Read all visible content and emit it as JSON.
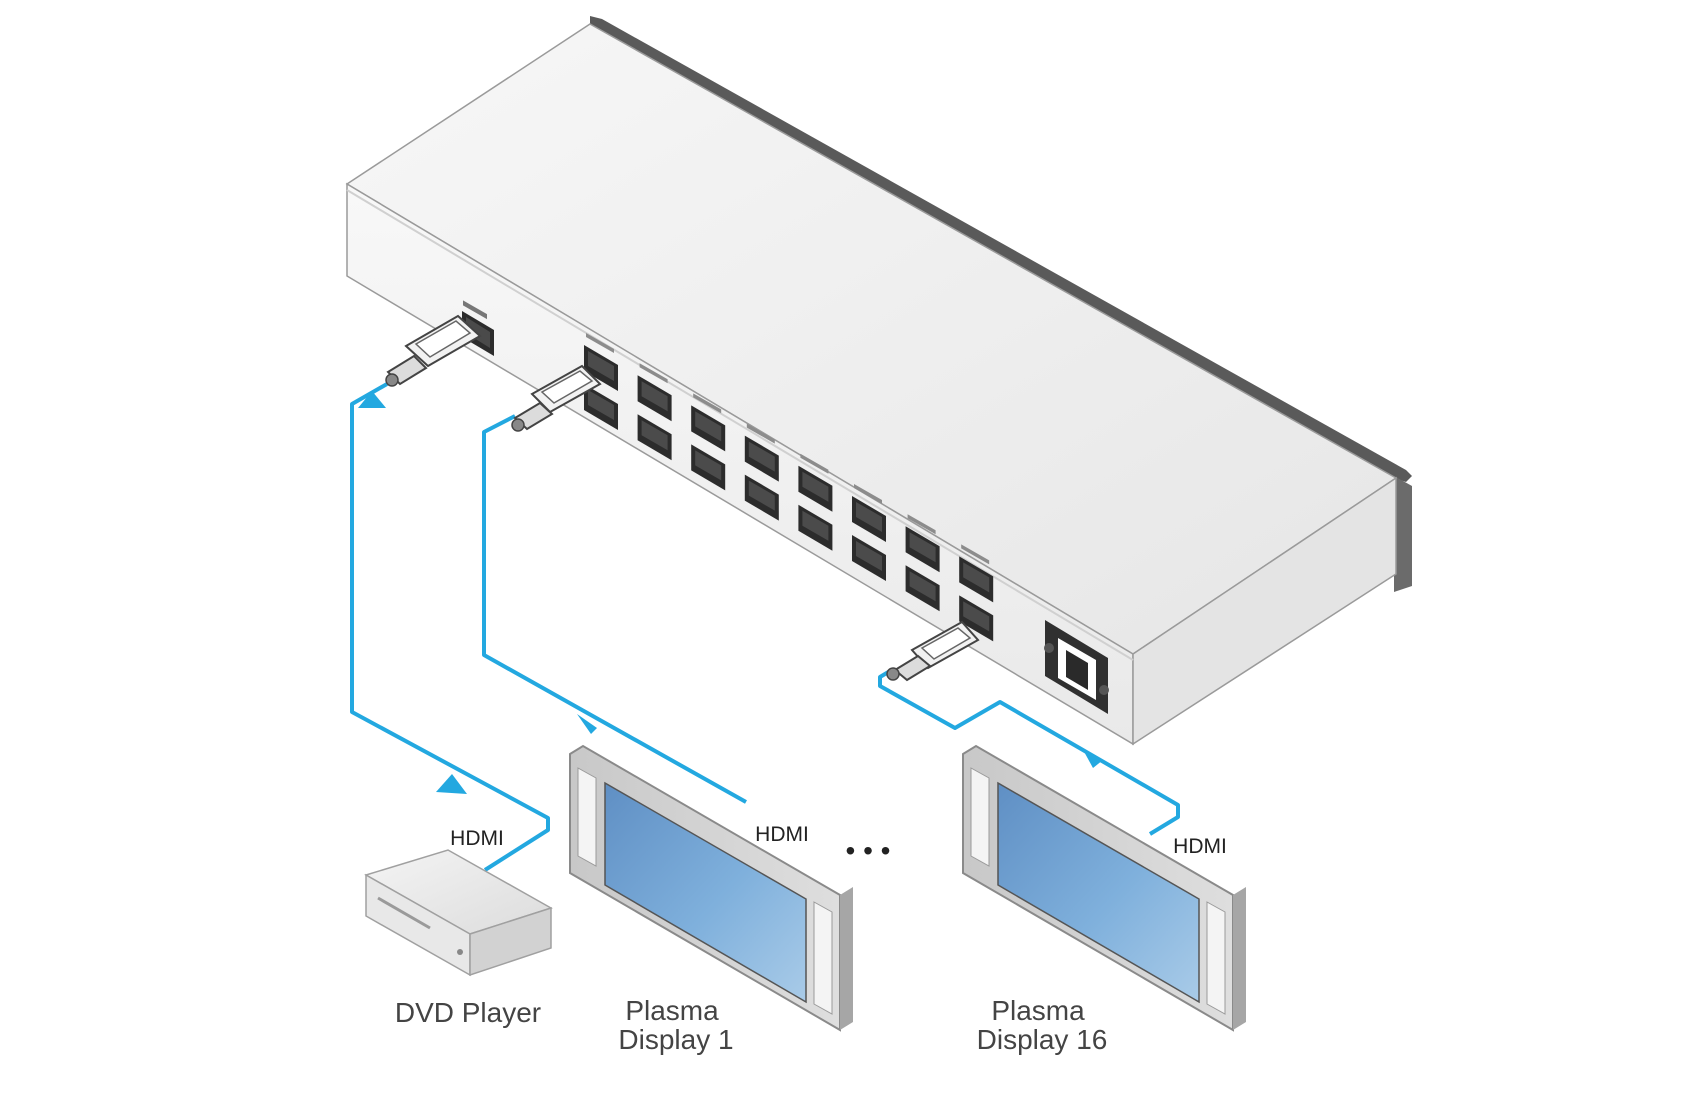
{
  "diagram": {
    "devices": {
      "source": "DVD Player",
      "display_1": [
        "Plasma",
        "Display 1"
      ],
      "display_16": [
        "Plasma",
        "Display 16"
      ]
    },
    "cable_labels": {
      "source": "HDMI",
      "display_1": "HDMI",
      "display_16": "HDMI"
    },
    "ellipsis": "• • •"
  },
  "colors": {
    "cable": "#23a8e0",
    "chassis_top": "#eeeeee",
    "chassis_front": "#f2f2f2",
    "screen": "#6f9fd0"
  }
}
